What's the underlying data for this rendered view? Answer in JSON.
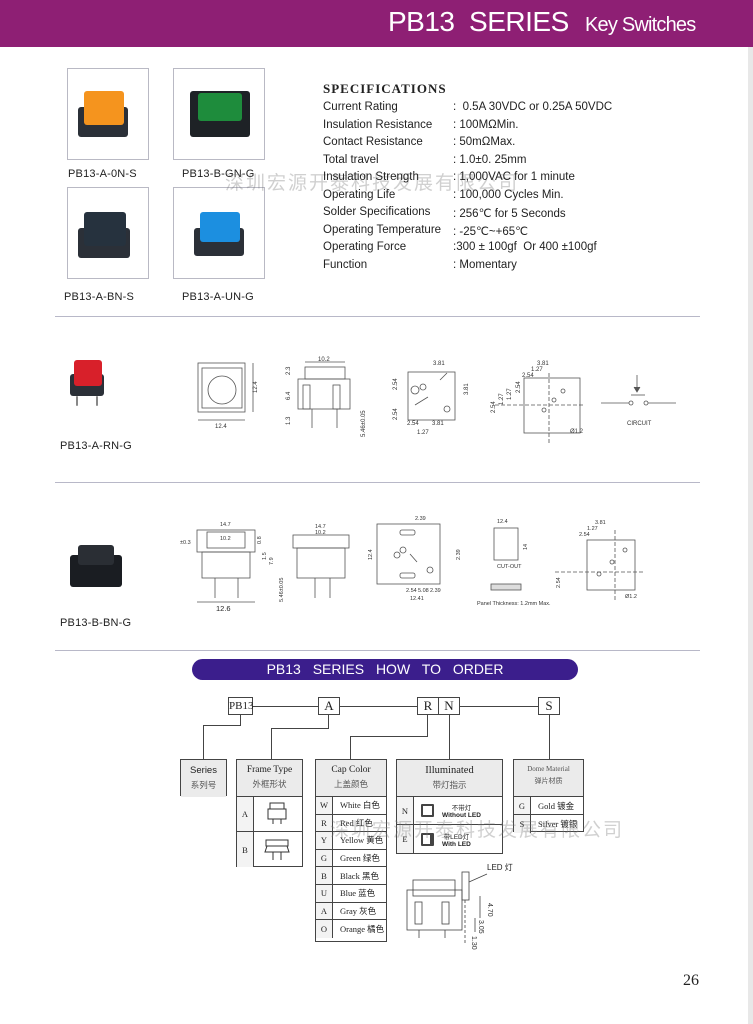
{
  "header": {
    "title": "PB13  SERIES",
    "subtitle": "Key Switches"
  },
  "watermark": "深圳宏源开泰科技发展有限公司",
  "products": [
    {
      "label": "PB13-A-0N-S",
      "cap_color": "#f5941e"
    },
    {
      "label": "PB13-B-GN-G",
      "cap_color": "#1e8c3c"
    },
    {
      "label": "PB13-A-BN-S",
      "cap_color": "#26323e"
    },
    {
      "label": "PB13-A-UN-G",
      "cap_color": "#1c8fe0"
    }
  ],
  "specifications": {
    "title": "SPECIFICATIONS",
    "rows": [
      {
        "k": "Current Rating",
        "v": ":  0.5A 30VDC or 0.25A 50VDC"
      },
      {
        "k": "Insulation Resistance",
        "v": ": 100MΩMin."
      },
      {
        "k": "Contact Resistance",
        "v": ": 50mΩMax."
      },
      {
        "k": "Total travel",
        "v": ": 1.0±0. 25mm"
      },
      {
        "k": "Insulation Strength",
        "v": ": 1,000VAC for 1 minute"
      },
      {
        "k": "Operating Life",
        "v": ": 100,000 Cycles Min."
      },
      {
        "k": "Solder Specifications",
        "v": ": 256℃ for 5 Seconds"
      },
      {
        "k": "Operating Temperature",
        "v": ": -25℃~+65℃"
      },
      {
        "k": "Operating Force",
        "v": ":300 ± 100gf  Or 400 ±100gf"
      },
      {
        "k": "Function",
        "v": ": Momentary"
      }
    ]
  },
  "model_a": {
    "label": "PB13-A-RN-G",
    "cap_color": "#d8202a",
    "dims": [
      "12.4",
      "12.4",
      "10.2",
      "2.3",
      "6.4",
      "1.3",
      "5.46±0.05",
      "3.81",
      "2.54",
      "3.81",
      "2.54",
      "2.54",
      "3.81",
      "1.27",
      "3.81",
      "1.27",
      "2.54",
      "2.54",
      "1.27",
      "1.27",
      "2.54",
      "Ø1.2"
    ],
    "circuit_label": "CIRCUIT"
  },
  "model_b": {
    "label": "PB13-B-BN-G",
    "cap_color": "#1e2328",
    "dims": [
      "14.7",
      "10.2",
      "±0.3",
      "0.8",
      "1.5",
      "7.9",
      "5.46±0.05",
      "12.6",
      "14.7",
      "10.2",
      "2.39",
      "12.4",
      "2.54",
      "5.08",
      "2.39",
      "12.41",
      "2.39",
      "12.4",
      "14",
      "3.81",
      "1.27",
      "2.54",
      "2.54",
      "Ø1.2"
    ],
    "cutout_label": "CUT-OUT",
    "panel_note": "Panel Thickness: 1.2mm Max."
  },
  "order": {
    "banner": "PB13  SERIES  HOW  TO  ORDER",
    "codes": {
      "series": "PB13",
      "frame": "A",
      "cap": "R",
      "illum": "N",
      "dome": "S"
    },
    "series": {
      "en": "Series",
      "cn": "系列号"
    },
    "frame_type": {
      "en": "Frame Type",
      "cn": "外框形状",
      "rows": [
        "A",
        "B"
      ]
    },
    "cap_color": {
      "en": "Cap Color",
      "cn": "上盖颜色",
      "rows": [
        {
          "code": "W",
          "name": "White 白色"
        },
        {
          "code": "R",
          "name": "Red  红色"
        },
        {
          "code": "Y",
          "name": "Yellow 黄色"
        },
        {
          "code": "G",
          "name": "Green  绿色"
        },
        {
          "code": "B",
          "name": "Black 黑色"
        },
        {
          "code": "U",
          "name": "Blue  蓝色"
        },
        {
          "code": "A",
          "name": "Gray  灰色"
        },
        {
          "code": "O",
          "name": "Orange 橘色"
        }
      ]
    },
    "illuminated": {
      "en": "Illuminated",
      "cn": "带灯指示",
      "rows": [
        {
          "code": "N",
          "cn": "不带灯",
          "en": "Without LED"
        },
        {
          "code": "E",
          "cn": "带LED灯",
          "en": "With LED"
        }
      ]
    },
    "dome": {
      "en": "Dome Material",
      "cn": "弹片材质",
      "rows": [
        {
          "code": "G",
          "name": "Gold 镀金"
        },
        {
          "code": "S",
          "name": "Silver 镀银"
        }
      ]
    },
    "led_label": "LED 灯",
    "led_dims": [
      "4.70",
      "3.05",
      "1.30"
    ]
  },
  "page_number": "26"
}
